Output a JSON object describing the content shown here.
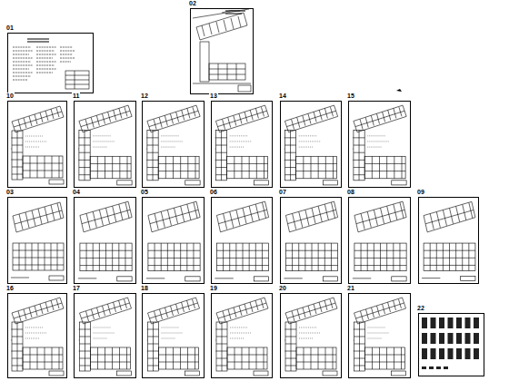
{
  "diagram": {
    "nodes": [
      {
        "text": [
          "01"
        ]
      },
      {
        "text": [
          "02"
        ]
      },
      {
        "text": [
          "10"
        ]
      },
      {
        "text": [
          "11"
        ]
      },
      {
        "text": [
          "12"
        ]
      },
      {
        "text": [
          "13"
        ]
      },
      {
        "text": [
          "14"
        ]
      },
      {
        "text": [
          "15"
        ]
      },
      {
        "text": [
          "03"
        ]
      },
      {
        "text": [
          "04"
        ]
      },
      {
        "text": [
          "05"
        ]
      },
      {
        "text": [
          "06"
        ]
      },
      {
        "text": [
          "07"
        ]
      },
      {
        "text": [
          "08"
        ]
      },
      {
        "text": [
          "09"
        ]
      },
      {
        "text": [
          "16"
        ]
      },
      {
        "text": [
          "17"
        ]
      },
      {
        "text": [
          "18"
        ]
      },
      {
        "text": [
          "19"
        ]
      },
      {
        "text": [
          "20"
        ]
      },
      {
        "text": [
          "21"
        ]
      },
      {
        "text": [
          "22"
        ]
      }
    ]
  }
}
